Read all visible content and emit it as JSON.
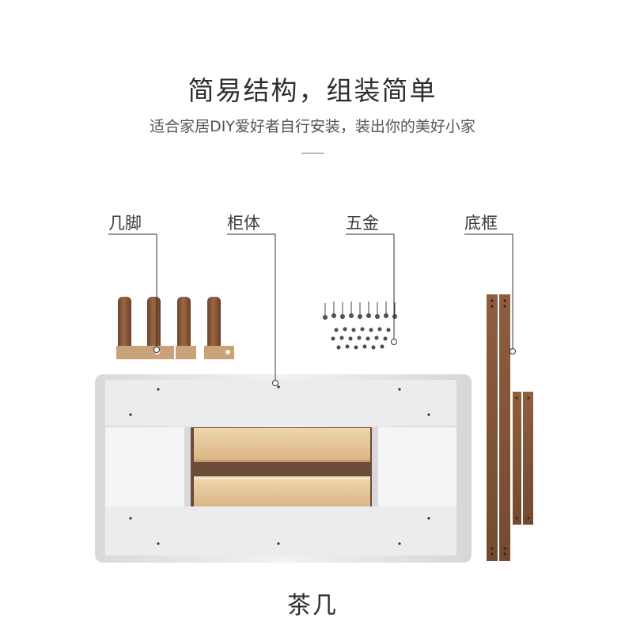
{
  "heading": {
    "title": "简易结构，组装简单",
    "subtitle": "适合家居DIY爱好者自行安装，装出你的美好小家"
  },
  "parts": {
    "legs": "几脚",
    "cabinet": "柜体",
    "hardware": "五金",
    "base_frame": "底框"
  },
  "caption": "茶几",
  "colors": {
    "walnut": "#8a5a3c",
    "cabinet_white": "#e9e9eb",
    "light_wood": "#e8c9a0",
    "leader_line": "#333333"
  }
}
